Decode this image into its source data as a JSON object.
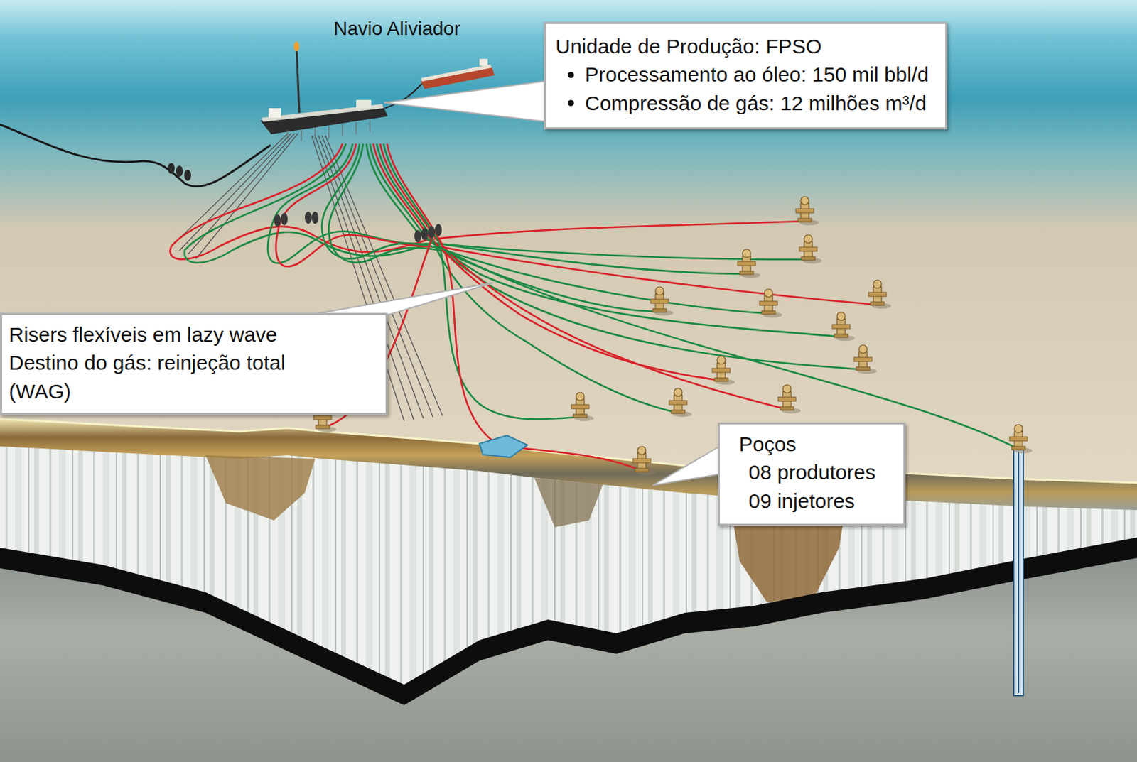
{
  "diagram": {
    "nodes": [
      {
        "text": [
          "Unidade de Produção: FPSO",
          "Processamento ao óleo: 150 mil bbl/d",
          "Compressão de gás: 12 milhões m³/d"
        ]
      },
      {
        "text": [
          "Risers flexíveis em lazy wave",
          "Destino do gás: reinjeção total (WAG)"
        ]
      },
      {
        "text": [
          "Poços",
          "08 produtores",
          "09 injetores"
        ]
      }
    ],
    "labels": [
      "Navio Aliviador"
    ]
  }
}
